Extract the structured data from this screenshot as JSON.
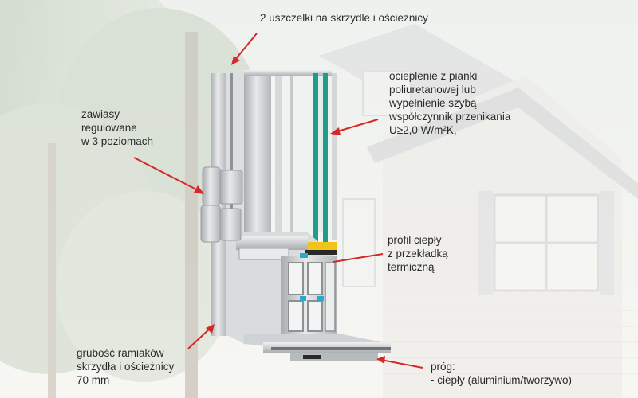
{
  "callouts": {
    "seals": {
      "lines": [
        "2 uszczelki na skrzydle i ościeżnicy"
      ]
    },
    "insulation": {
      "lines": [
        "ocieplenie z pianki",
        "poliuretanowej lub",
        "wypełnienie szybą",
        "współczynnik przenikania",
        "U≥2,0 W/m²K,"
      ]
    },
    "hinges": {
      "lines": [
        "zawiasy",
        "regulowane",
        "w 3 poziomach"
      ]
    },
    "profile": {
      "lines": [
        "profil ciepły",
        "z przekładką",
        "termiczną"
      ]
    },
    "frame": {
      "lines": [
        "grubość ramiaków",
        "skrzydła i ościeżnicy",
        "70 mm"
      ]
    },
    "sill": {
      "lines": [
        "próg:",
        "- ciepły (aluminium/tworzywo)"
      ]
    }
  },
  "colors": {
    "arrow": "#d62828",
    "glass": "#1f9d8a",
    "aluminium": "#c9ccce",
    "thermal_break": "#2aa9c9",
    "text": "#2b2b2b"
  }
}
